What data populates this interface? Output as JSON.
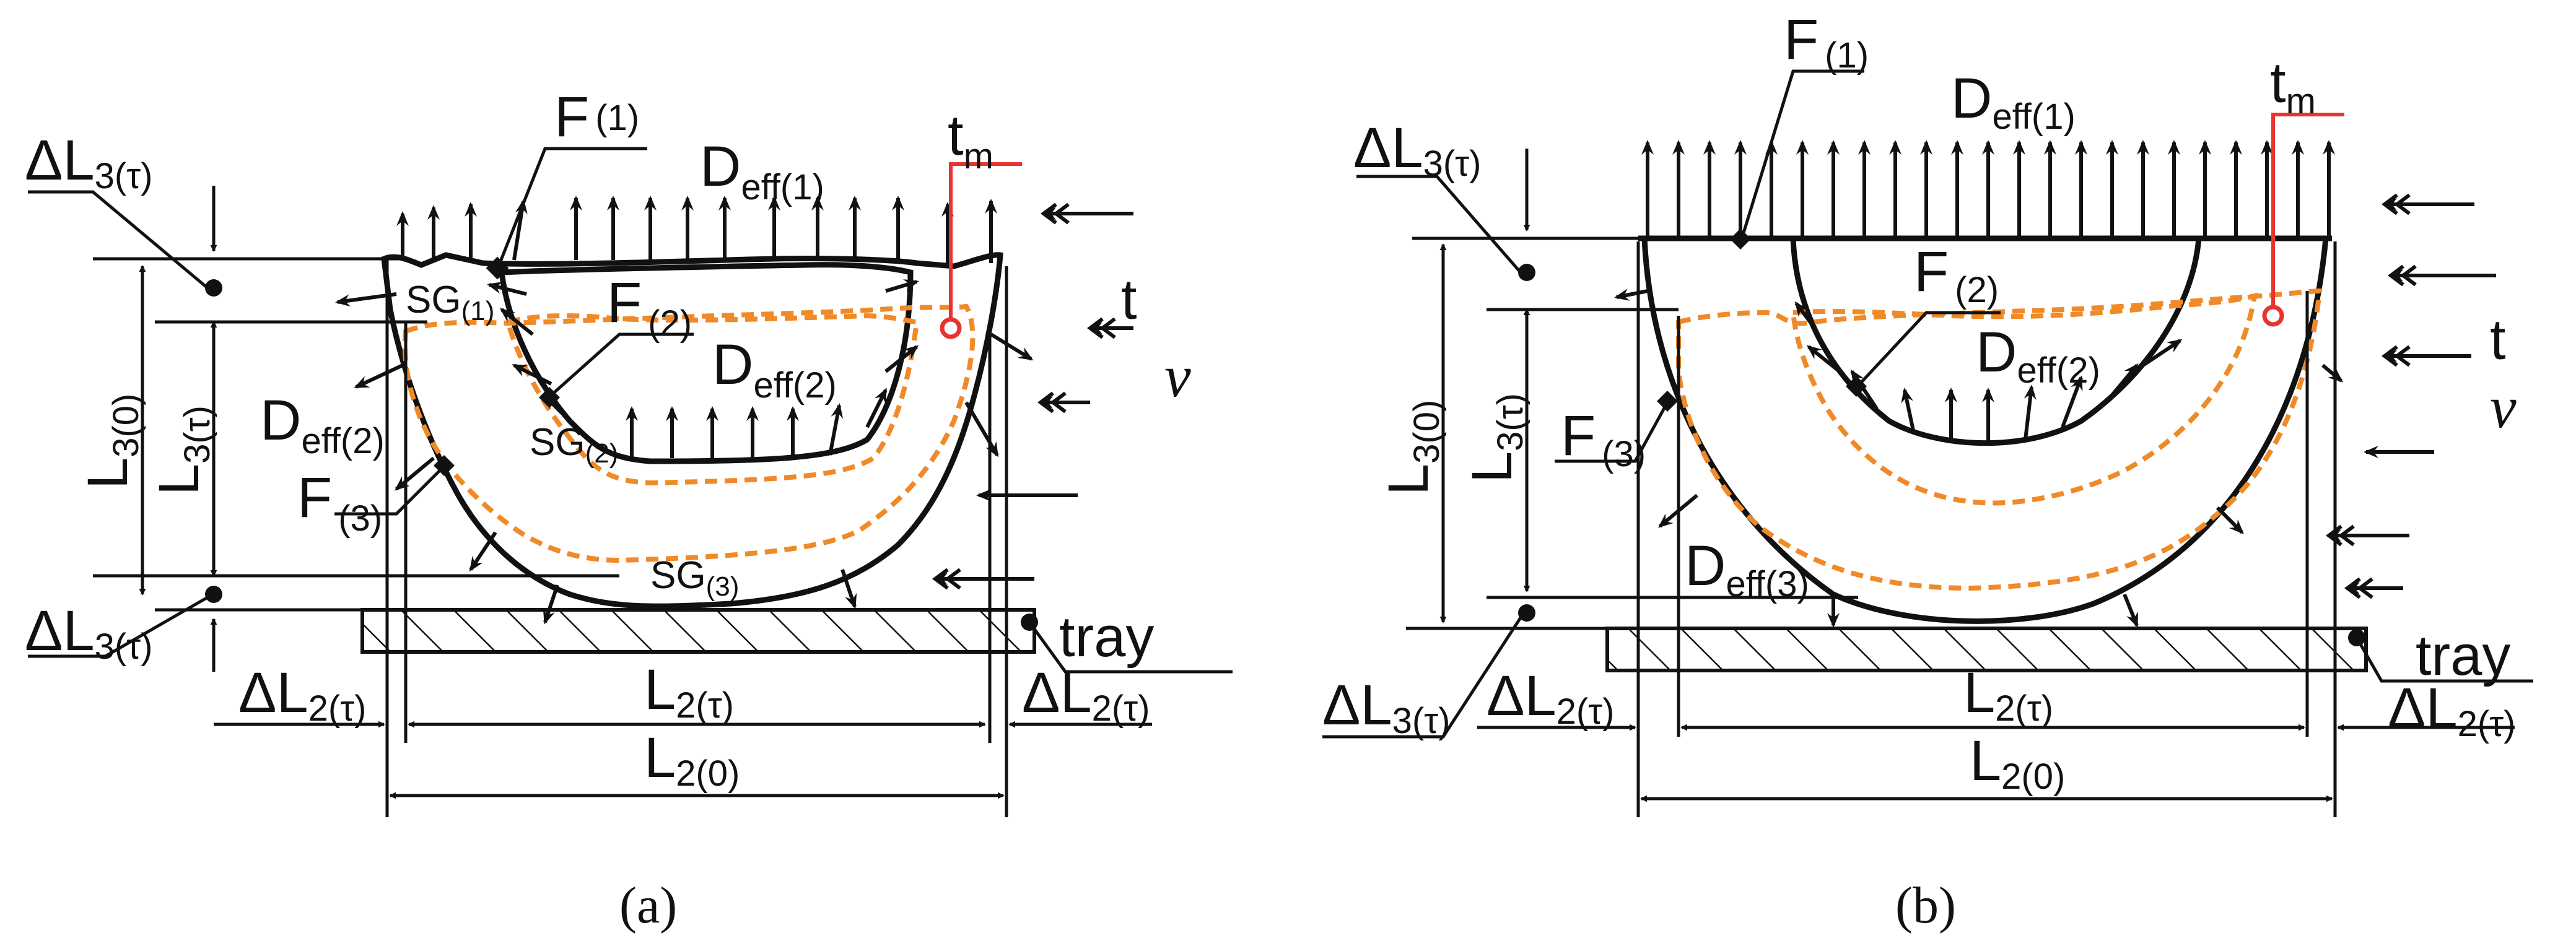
{
  "panels": [
    {
      "id": "a",
      "caption": "(a)",
      "labels": {
        "F1": "F",
        "F1_sub": "(1)",
        "F2": "F",
        "F2_sub": "(2)",
        "F3": "F",
        "F3_sub": "(3)",
        "Deff1": "D",
        "Deff1_sub": "eff(1)",
        "Deff2_in": "D",
        "Deff2_in_sub": "eff(2)",
        "Deff2_out": "D",
        "Deff2_out_sub": "eff(2)",
        "tm": "t",
        "tm_sub": "m",
        "t": "t",
        "v": "v",
        "SG1": "SG",
        "SG1_sub": "(1)",
        "SG2": "SG",
        "SG2_sub": "(2)",
        "SG3": "SG",
        "SG3_sub": "(3)",
        "dL3_top": "ΔL",
        "dL3_top_sub": "3(τ)",
        "dL3_bot": "ΔL",
        "dL3_bot_sub": "3(τ)",
        "L30": "L",
        "L30_sub": "3(0)",
        "L3t": "L",
        "L3t_sub": "3(τ)",
        "dL2_left": "ΔL",
        "dL2_left_sub": "2(τ)",
        "dL2_right": "ΔL",
        "dL2_right_sub": "2(τ)",
        "L2t": "L",
        "L2t_sub": "2(τ)",
        "L20": "L",
        "L20_sub": "2(0)",
        "tray": "tray"
      }
    },
    {
      "id": "b",
      "caption": "(b)",
      "labels": {
        "F1": "F",
        "F1_sub": "(1)",
        "F2": "F",
        "F2_sub": "(2)",
        "F3": "F",
        "F3_sub": "(3)",
        "Deff1": "D",
        "Deff1_sub": "eff(1)",
        "Deff2": "D",
        "Deff2_sub": "eff(2)",
        "Deff3": "D",
        "Deff3_sub": "eff(3)",
        "tm": "t",
        "tm_sub": "m",
        "t": "t",
        "v": "v",
        "dL3_top": "ΔL",
        "dL3_top_sub": "3(τ)",
        "dL3_bot": "ΔL",
        "dL3_bot_sub": "3(τ)",
        "L30": "L",
        "L30_sub": "3(0)",
        "L3t": "L",
        "L3t_sub": "3(τ)",
        "dL2_left": "ΔL",
        "dL2_left_sub": "2(τ)",
        "dL2_right": "ΔL",
        "dL2_right_sub": "2(τ)",
        "L2t": "L",
        "L2t_sub": "2(τ)",
        "L20": "L",
        "L20_sub": "2(0)",
        "tray": "tray"
      }
    }
  ],
  "colors": {
    "line": "#111111",
    "isotherm": "#f08a28",
    "probe": "#e8332e"
  }
}
